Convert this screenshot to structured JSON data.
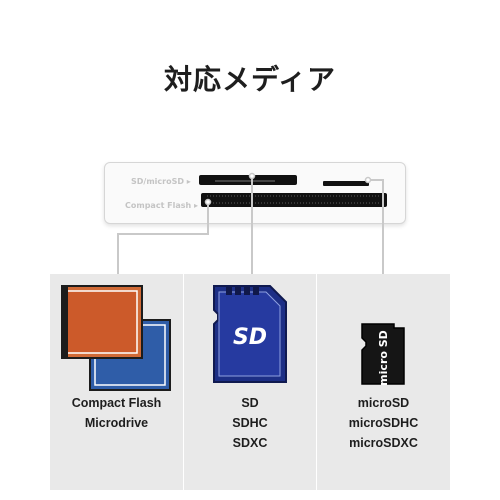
{
  "title": "対応メディア",
  "reader": {
    "label_sd": "SD/microSD ▸",
    "label_cf": "Compact Flash ▸"
  },
  "sd_card": {
    "logo": "SD"
  },
  "microsd_card": {
    "logo": "micro SD"
  },
  "media": [
    {
      "lines": [
        "Compact Flash",
        "Microdrive"
      ]
    },
    {
      "lines": [
        "SD",
        "SDHC",
        "SDXC"
      ]
    },
    {
      "lines": [
        "microSD",
        "microSDHC",
        "microSDXC"
      ]
    }
  ]
}
